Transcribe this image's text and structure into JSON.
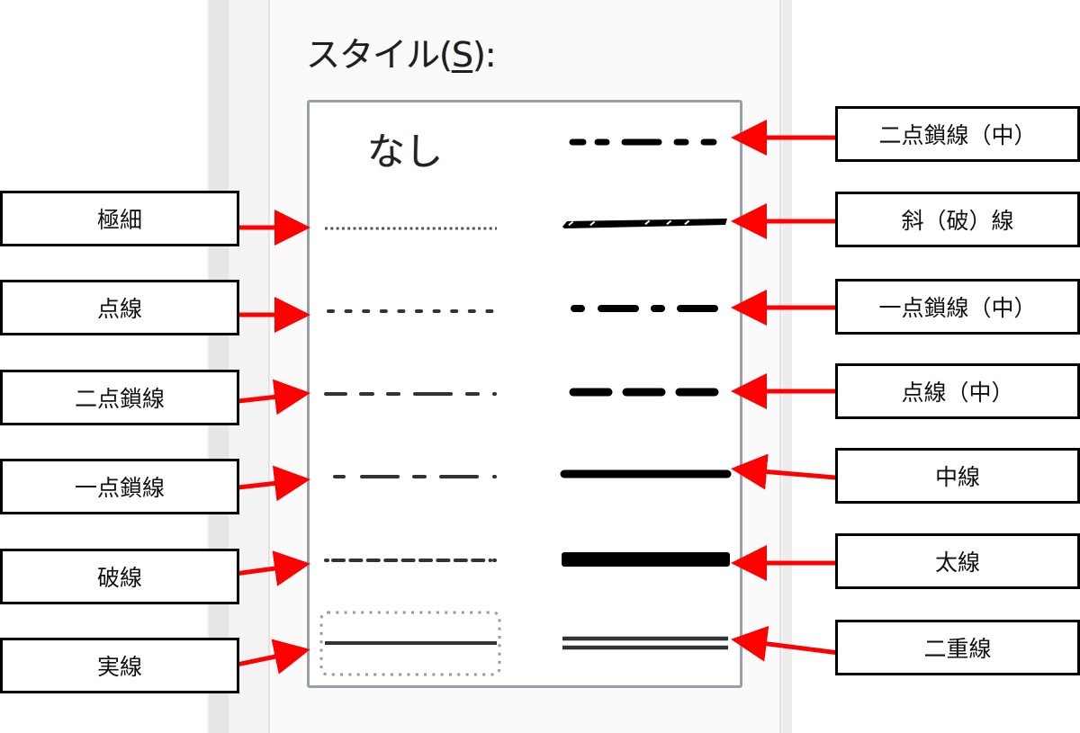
{
  "dialog": {
    "style_label_prefix": "スタイル(",
    "style_label_key": "S",
    "style_label_suffix": "):",
    "none_option": "なし"
  },
  "left_labels": [
    {
      "id": "extra-thin",
      "text": "極細"
    },
    {
      "id": "dotted",
      "text": "点線"
    },
    {
      "id": "dash-dot-dot",
      "text": "二点鎖線"
    },
    {
      "id": "dash-dot",
      "text": "一点鎖線"
    },
    {
      "id": "dashed",
      "text": "破線"
    },
    {
      "id": "solid",
      "text": "実線"
    }
  ],
  "right_labels": [
    {
      "id": "medium-dash-dot-dot",
      "text": "二点鎖線（中）"
    },
    {
      "id": "slant-dash-dot",
      "text": "斜（破）線"
    },
    {
      "id": "medium-dash-dot",
      "text": "一点鎖線（中）"
    },
    {
      "id": "medium-dashed",
      "text": "点線（中）"
    },
    {
      "id": "medium",
      "text": "中線"
    },
    {
      "id": "thick",
      "text": "太線"
    },
    {
      "id": "double",
      "text": "二重線"
    }
  ],
  "colors": {
    "arrow": "#ff0000",
    "listbox_border": "#9aa0a8",
    "line": "#000000"
  },
  "selected_style": "実線"
}
